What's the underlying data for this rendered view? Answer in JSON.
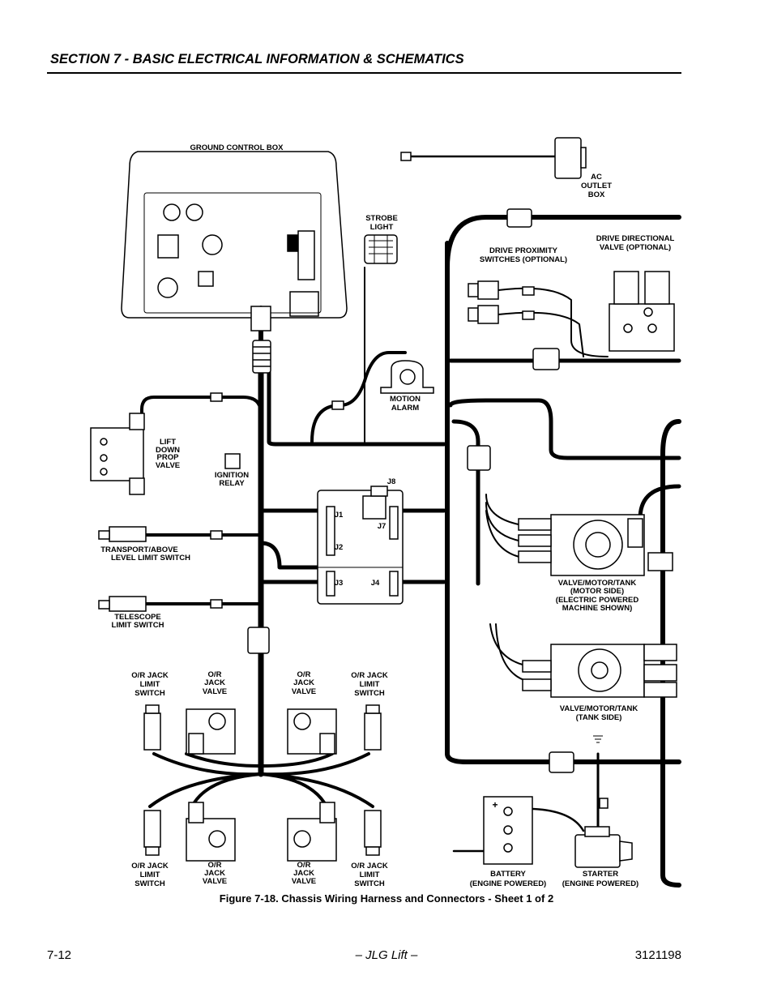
{
  "header": {
    "title": "SECTION 7 - BASIC ELECTRICAL INFORMATION & SCHEMATICS"
  },
  "labels": {
    "ground_control_box": "GROUND CONTROL BOX",
    "ac_outlet_box": [
      "AC",
      "OUTLET",
      "BOX"
    ],
    "strobe_light": [
      "STROBE",
      "LIGHT"
    ],
    "drive_proximity": [
      "DRIVE PROXIMITY",
      "SWITCHES (OPTIONAL)"
    ],
    "drive_directional": [
      "DRIVE DIRECTIONAL",
      "VALVE (OPTIONAL)"
    ],
    "motion_alarm": [
      "MOTION",
      "ALARM"
    ],
    "lift_down_prop": [
      "LIFT",
      "DOWN",
      "PROP",
      "VALVE"
    ],
    "ignition_relay": [
      "IGNITION",
      "RELAY"
    ],
    "transport_switch": [
      "TRANSPORT/ABOVE",
      "LEVEL LIMIT SWITCH"
    ],
    "telescope_switch": [
      "TELESCOPE",
      "LIMIT SWITCH"
    ],
    "valve_motor_side": [
      "VALVE/MOTOR/TANK",
      "(MOTOR SIDE)",
      "(ELECTRIC POWERED",
      "MACHINE SHOWN)"
    ],
    "valve_tank_side": [
      "VALVE/MOTOR/TANK",
      "(TANK SIDE)"
    ],
    "jack_limit_switch": [
      "O/R JACK",
      "LIMIT",
      "SWITCH"
    ],
    "jack_valve": [
      "O/R",
      "JACK",
      "VALVE"
    ],
    "battery": [
      "BATTERY",
      "(ENGINE POWERED)"
    ],
    "starter": [
      "STARTER",
      "(ENGINE POWERED)"
    ],
    "battery_plus": "+",
    "connectors": {
      "j1": "J1",
      "j2": "J2",
      "j3": "J3",
      "j4": "J4",
      "j7": "J7",
      "j8": "J8"
    }
  },
  "caption": "Figure 7-18.  Chassis Wiring Harness and Connectors - Sheet 1 of 2",
  "footer": {
    "page": "7-12",
    "center": "– JLG Lift –",
    "doc": "3121198"
  }
}
